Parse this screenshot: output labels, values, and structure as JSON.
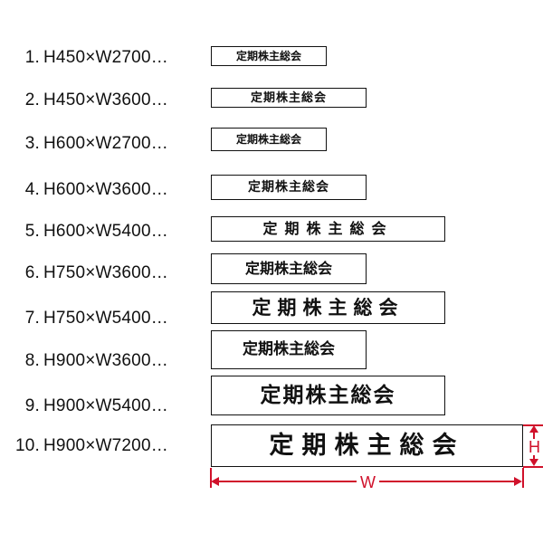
{
  "sign_text": "定期株主総会",
  "rows": [
    {
      "number": "1.",
      "size": "H450×W2700…"
    },
    {
      "number": "2.",
      "size": "H450×W3600…"
    },
    {
      "number": "3.",
      "size": "H600×W2700…"
    },
    {
      "number": "4.",
      "size": "H600×W3600…"
    },
    {
      "number": "5.",
      "size": "H600×W5400…"
    },
    {
      "number": "6.",
      "size": "H750×W3600…"
    },
    {
      "number": "7.",
      "size": "H750×W5400…"
    },
    {
      "number": "8.",
      "size": "H900×W3600…"
    },
    {
      "number": "9.",
      "size": "H900×W5400…"
    },
    {
      "number": "10.",
      "size": "H900×W7200…"
    }
  ],
  "dimension_labels": {
    "height": "H",
    "width": "W"
  },
  "colors": {
    "dimension": "#d0112b",
    "sign_border": "#111111"
  }
}
